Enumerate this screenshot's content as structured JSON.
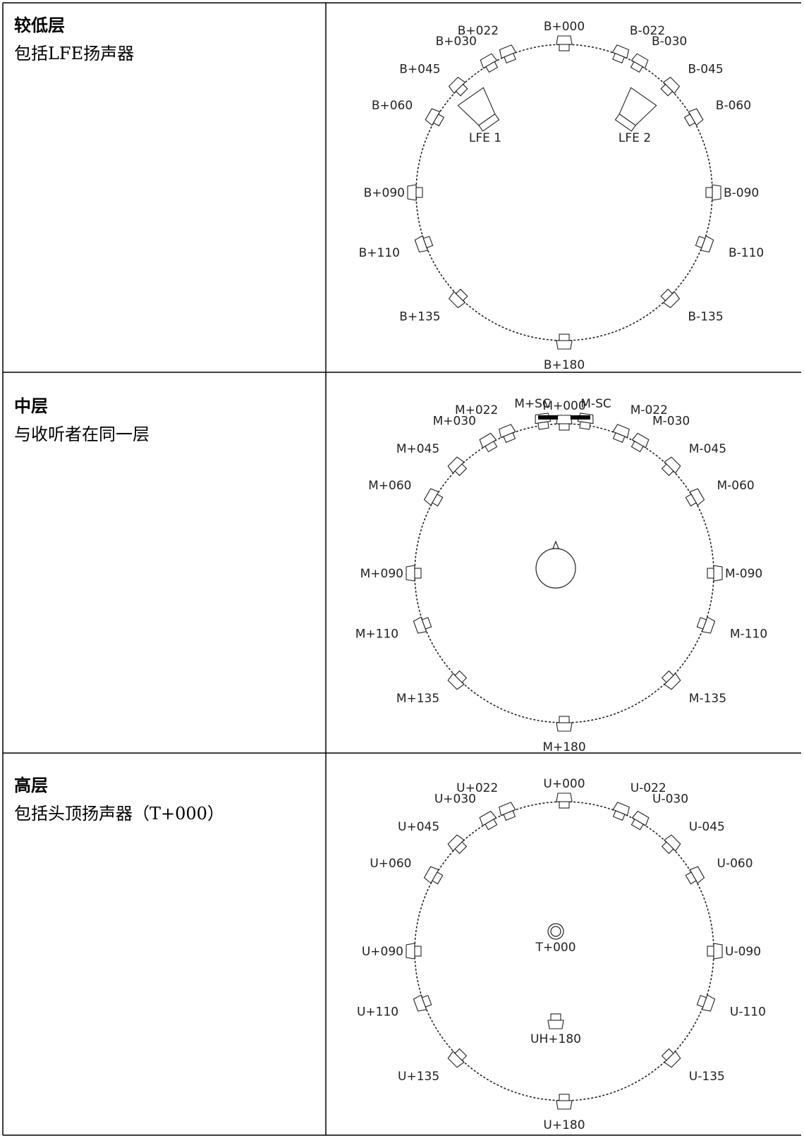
{
  "layers": [
    {
      "id": "lower",
      "title": "较低层",
      "description": "包括LFE扬声器",
      "speakers": [
        {
          "label": "B+000",
          "angle": 0
        },
        {
          "label": "B+022",
          "angle": 22
        },
        {
          "label": "B-022",
          "angle": -22
        },
        {
          "label": "B+030",
          "angle": 30
        },
        {
          "label": "B-030",
          "angle": -30
        },
        {
          "label": "B+045",
          "angle": 45
        },
        {
          "label": "B-045",
          "angle": -45
        },
        {
          "label": "B+060",
          "angle": 60
        },
        {
          "label": "B-060",
          "angle": -60
        },
        {
          "label": "B+090",
          "angle": 90
        },
        {
          "label": "B-090",
          "angle": -90
        },
        {
          "label": "B+110",
          "angle": 110
        },
        {
          "label": "B-110",
          "angle": -110
        },
        {
          "label": "B+135",
          "angle": 135
        },
        {
          "label": "B-135",
          "angle": -135
        },
        {
          "label": "B+180",
          "angle": 180
        }
      ],
      "lfe": [
        {
          "label": "LFE 1",
          "side": "left"
        },
        {
          "label": "LFE 2",
          "side": "right"
        }
      ]
    },
    {
      "id": "middle",
      "title": "中层",
      "description": "与收听者在同一层",
      "speakers": [
        {
          "label": "M+000",
          "angle": 0
        },
        {
          "label": "M+SC",
          "angle": 8
        },
        {
          "label": "M-SC",
          "angle": -8
        },
        {
          "label": "M+022",
          "angle": 22
        },
        {
          "label": "M-022",
          "angle": -22
        },
        {
          "label": "M+030",
          "angle": 30
        },
        {
          "label": "M-030",
          "angle": -30
        },
        {
          "label": "M+045",
          "angle": 45
        },
        {
          "label": "M-045",
          "angle": -45
        },
        {
          "label": "M+060",
          "angle": 60
        },
        {
          "label": "M-060",
          "angle": -60
        },
        {
          "label": "M+090",
          "angle": 90
        },
        {
          "label": "M-090",
          "angle": -90
        },
        {
          "label": "M+110",
          "angle": 110
        },
        {
          "label": "M-110",
          "angle": -110
        },
        {
          "label": "M+135",
          "angle": 135
        },
        {
          "label": "M-135",
          "angle": -135
        },
        {
          "label": "M+180",
          "angle": 180
        }
      ],
      "listener": true
    },
    {
      "id": "upper",
      "title": "高层",
      "description": "包括头顶扬声器（T+000）",
      "speakers": [
        {
          "label": "U+000",
          "angle": 0
        },
        {
          "label": "U+022",
          "angle": 22
        },
        {
          "label": "U-022",
          "angle": -22
        },
        {
          "label": "U+030",
          "angle": 30
        },
        {
          "label": "U-030",
          "angle": -30
        },
        {
          "label": "U+045",
          "angle": 45
        },
        {
          "label": "U-045",
          "angle": -45
        },
        {
          "label": "U+060",
          "angle": 60
        },
        {
          "label": "U-060",
          "angle": -60
        },
        {
          "label": "U+090",
          "angle": 90
        },
        {
          "label": "U-090",
          "angle": -90
        },
        {
          "label": "U+110",
          "angle": 110
        },
        {
          "label": "U-110",
          "angle": -110
        },
        {
          "label": "U+135",
          "angle": 135
        },
        {
          "label": "U-135",
          "angle": -135
        },
        {
          "label": "U+180",
          "angle": 180
        }
      ],
      "overhead": {
        "label": "T+000"
      },
      "inner": {
        "label": "UH+180",
        "angle": 180
      }
    }
  ]
}
